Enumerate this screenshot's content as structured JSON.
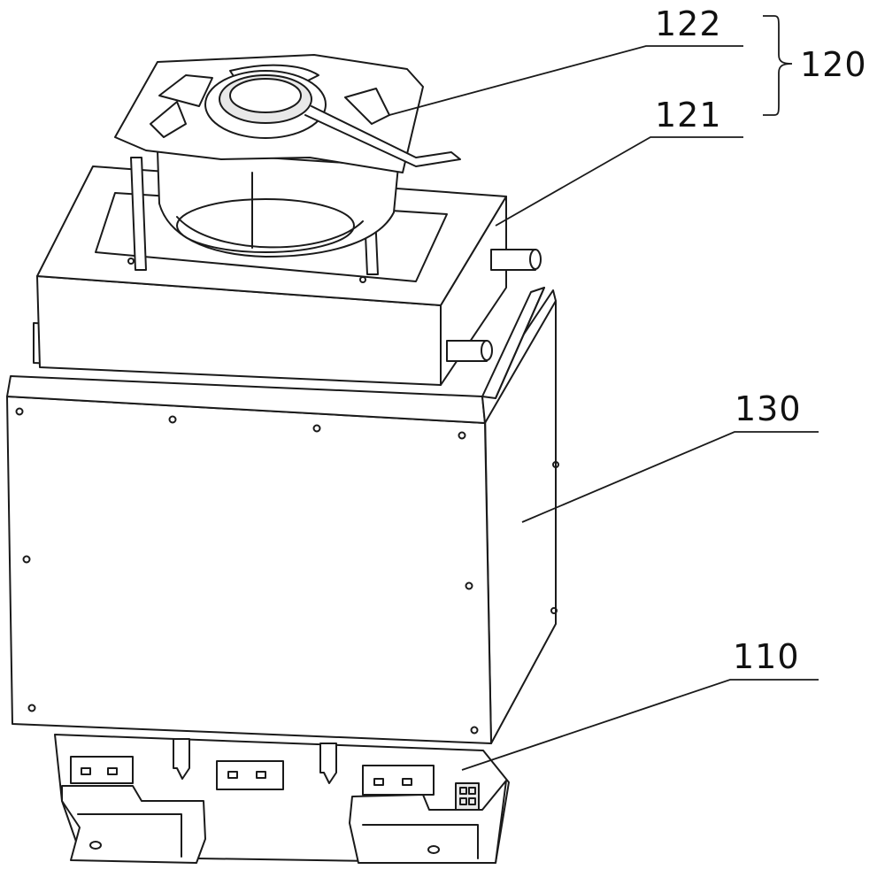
{
  "labels": {
    "fan_top": "122",
    "fan_group": "120",
    "fan_base": "121",
    "housing": "130",
    "base": "110"
  },
  "colors": {
    "line": "#1a1a1a",
    "paper": "#ffffff",
    "shade": "#e8e8e8"
  }
}
